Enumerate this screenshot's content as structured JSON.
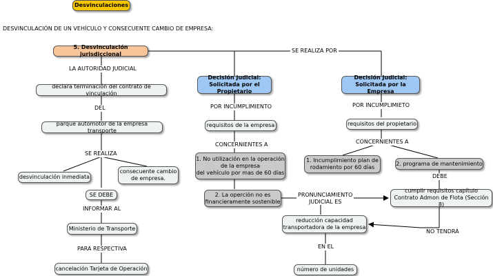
{
  "diagram": {
    "title": "Desvinculaciones",
    "intro": "DESVINCULACIÓN DE UN VEHÍCULO Y CONSECUENTE CAMBIO DE EMPRESA:",
    "nodes": {
      "jurisdiccional": "5. Desvinculación jurisdiccional",
      "declara": "declara terminación del contrato de vinculación",
      "parque": "parque automotor de la empresa transporte",
      "desv_inmediata": "desvinculación inmediata",
      "consecuente": "consecuente cambio\nde empresa.",
      "se_debe": "SE DEBE",
      "ministerio": "Ministerio de Transporte",
      "cancelacion": "cancelación Tarjeta de Operación",
      "decision_propietario": "Decisión Judicial:\nSolicitada por el Propietario",
      "decision_empresa": "Decisión Judicial:\nSolicitada por la Empresa",
      "req_empresa": "requisitos de la empresa",
      "req_propietario": "requisitos del propietario",
      "no_utilizacion": "1. No utilización en la operación\nde la empresa\ndel vehículo por mas de 60 días",
      "operacion": "2. La operción no es\nfinancieramente sostenible",
      "incumplimiento_plan": "1. Incumplimiento plan de\nrodamiento por 60 días",
      "programa": "2. programa de mantenimiento",
      "cumplir": "cumplir requisitos capítulo\nContrato Admon de Flota (Sección 8)",
      "reduccion": "reducción capacidad\ntransportadora de la empresa",
      "numero": "número de unidades"
    },
    "links": {
      "autoridad": "LA AUTORIDAD JUDICIAL",
      "del": "DEL",
      "se_realiza": "SE REALIZA",
      "informar": "INFORMAR AL",
      "para_respectiva": "PARA RESPECTIVA",
      "se_realiza_por": "SE REALIZA POR",
      "por_incumplimiento_1": "POR INCUMPLIMIENTO",
      "por_incumplimiento_2": "POR INCUMPLIMIETO",
      "concernientes_1": "CONCERNIENTES A",
      "concernientes_2": "CONCERNIENTES A",
      "debe": "DEBE",
      "pronunciamiento": "PRONUNCIAMIENTO\nJUDICIAL ES",
      "en_el": "EN EL",
      "no_tendra": "NO TENDRÁ"
    }
  },
  "colors": {
    "title_node": "#f7c600",
    "orange_node": "#f8c59a",
    "blue_node": "#9ec8f3",
    "light_node": "#eef3f1",
    "gray_node": "#c9c9c9",
    "line": "#000000"
  }
}
